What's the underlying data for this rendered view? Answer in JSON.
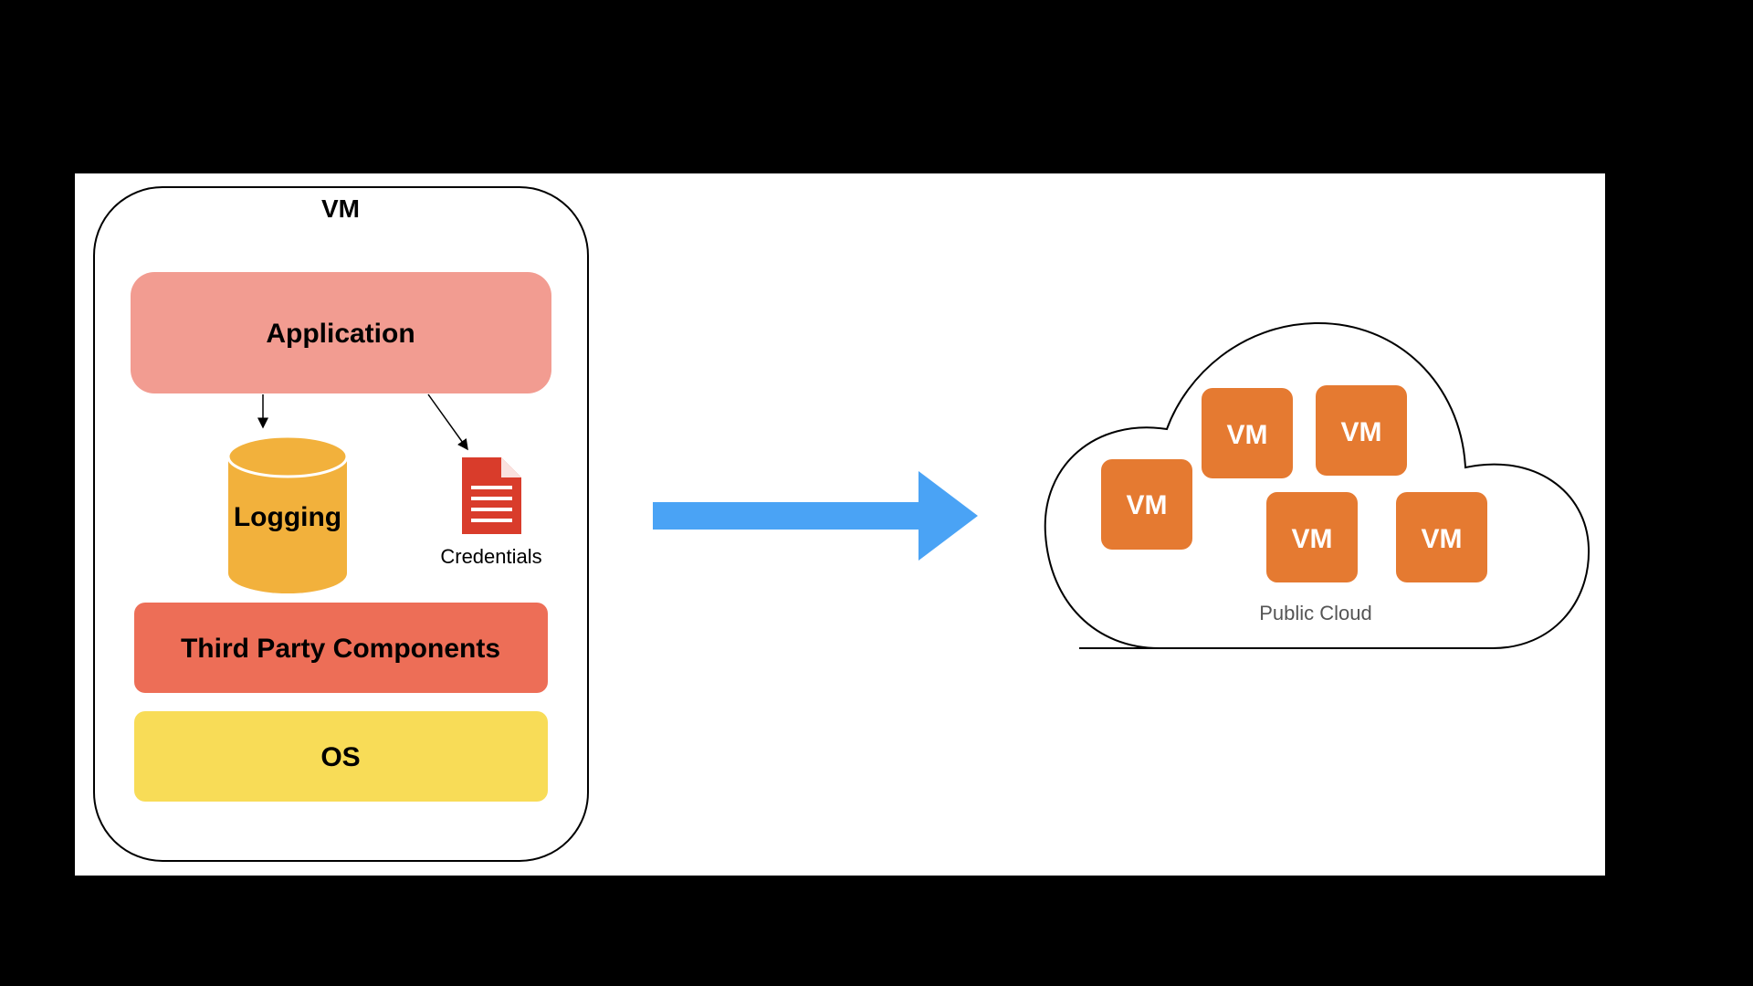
{
  "vm_box": {
    "title": "VM"
  },
  "layers": {
    "application": "Application",
    "logging": "Logging",
    "credentials": "Credentials",
    "third_party": "Third Party Components",
    "os": "OS"
  },
  "cloud": {
    "label": "Public Cloud",
    "vms": [
      "VM",
      "VM",
      "VM",
      "VM",
      "VM"
    ]
  },
  "colors": {
    "application": "#f29c91",
    "logging": "#f2b13c",
    "credentials_doc": "#d93c2b",
    "third_party": "#ed6e57",
    "os": "#f8dc57",
    "arrow": "#4aa3f5",
    "cloud_vm": "#e57a31",
    "cloud_label": "#555555"
  }
}
